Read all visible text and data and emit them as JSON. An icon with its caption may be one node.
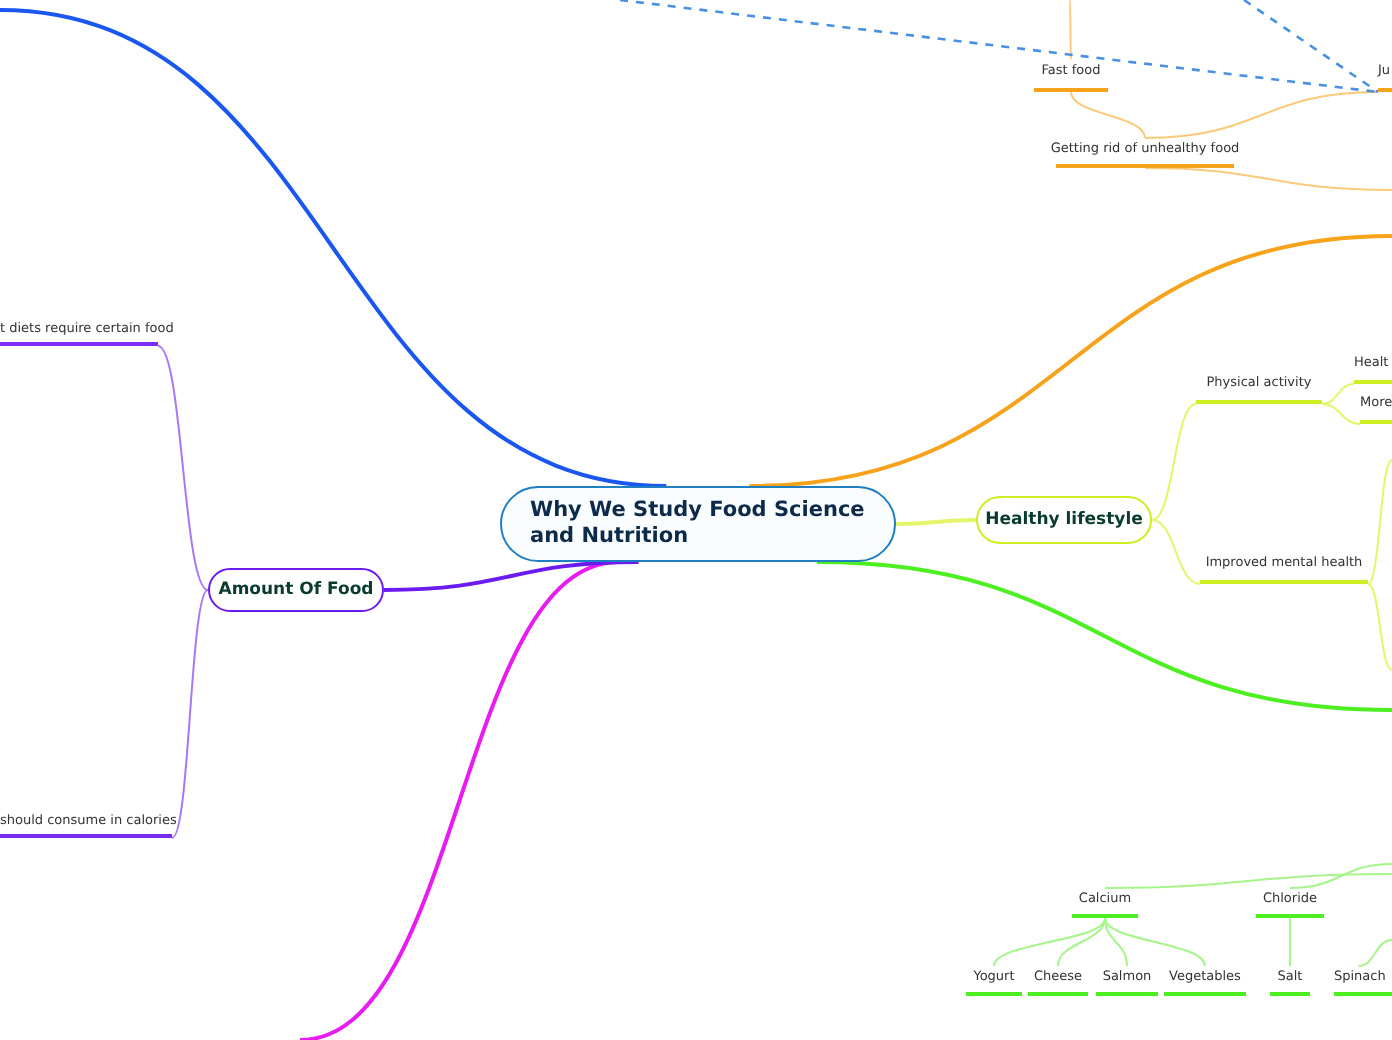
{
  "diagram": {
    "nodes": [
      {
        "text": [
          "Why We Study Food Science and Nutrition"
        ]
      },
      {
        "text": [
          "Amount Of Food"
        ]
      },
      {
        "text": [
          "t diets require certain food"
        ]
      },
      {
        "text": [
          "should consume in calories"
        ]
      },
      {
        "text": [
          "Healthy lifestyle"
        ]
      },
      {
        "text": [
          "Physical activity"
        ]
      },
      {
        "text": [
          "Healt"
        ]
      },
      {
        "text": [
          "More"
        ]
      },
      {
        "text": [
          "Improved mental health"
        ]
      },
      {
        "text": [
          "Fast food"
        ]
      },
      {
        "text": [
          "Getting rid of unhealthy food"
        ]
      },
      {
        "text": [
          "Ju"
        ]
      },
      {
        "text": [
          "Calcium"
        ]
      },
      {
        "text": [
          "Chloride"
        ]
      },
      {
        "text": [
          "Yogurt"
        ]
      },
      {
        "text": [
          "Cheese"
        ]
      },
      {
        "text": [
          "Salmon"
        ]
      },
      {
        "text": [
          "Vegetables"
        ]
      },
      {
        "text": [
          "Salt"
        ]
      },
      {
        "text": [
          "Spinach"
        ]
      }
    ],
    "edges": [
      {
        "from": 0,
        "to": null,
        "arrow": "none",
        "color": "#1a56f0"
      },
      {
        "from": 0,
        "to": null,
        "arrow": "none",
        "color": "#f7a21b"
      },
      {
        "from": 0,
        "to": 4,
        "arrow": "none",
        "color": "#e4f56a"
      },
      {
        "from": 0,
        "to": null,
        "arrow": "none",
        "color": "#4cf020"
      },
      {
        "from": 0,
        "to": null,
        "arrow": "none",
        "color": "#e81cf0"
      },
      {
        "from": 0,
        "to": 1,
        "arrow": "none",
        "color": "#6a1cf0"
      },
      {
        "from": 1,
        "to": 2,
        "arrow": "none",
        "color": "#a877f5"
      },
      {
        "from": 1,
        "to": 3,
        "arrow": "none",
        "color": "#a877f5"
      },
      {
        "from": 4,
        "to": 5,
        "arrow": "none",
        "color": "#e4f56a"
      },
      {
        "from": 4,
        "to": 8,
        "arrow": "none",
        "color": "#e4f56a"
      },
      {
        "from": 5,
        "to": 6,
        "arrow": "none",
        "color": "#e4f56a"
      },
      {
        "from": 5,
        "to": 7,
        "arrow": "none",
        "color": "#e4f56a"
      },
      {
        "from": 8,
        "to": null,
        "arrow": "none",
        "color": "#e4f56a"
      },
      {
        "from": 8,
        "to": null,
        "arrow": "none",
        "color": "#e4f56a"
      },
      {
        "from": 10,
        "to": 9,
        "arrow": "none",
        "color": "#fbc97a"
      },
      {
        "from": 10,
        "to": 11,
        "arrow": "none",
        "color": "#fbc97a"
      },
      {
        "from": 10,
        "to": null,
        "arrow": "none",
        "color": "#fbc97a"
      },
      {
        "from": 9,
        "to": null,
        "arrow": "none",
        "color": "#fbc97a"
      },
      {
        "from": null,
        "to": 11,
        "arrow": "none",
        "style": "dashed",
        "color": "#4a90e2"
      },
      {
        "from": null,
        "to": 11,
        "arrow": "none",
        "style": "dashed",
        "color": "#4a90e2"
      },
      {
        "from": 12,
        "to": null,
        "arrow": "none",
        "color": "#a6f58a"
      },
      {
        "from": 13,
        "to": null,
        "arrow": "none",
        "color": "#a6f58a"
      },
      {
        "from": 12,
        "to": 14,
        "arrow": "none",
        "color": "#a6f58a"
      },
      {
        "from": 12,
        "to": 15,
        "arrow": "none",
        "color": "#a6f58a"
      },
      {
        "from": 12,
        "to": 16,
        "arrow": "none",
        "color": "#a6f58a"
      },
      {
        "from": 12,
        "to": 17,
        "arrow": "none",
        "color": "#a6f58a"
      },
      {
        "from": 13,
        "to": 18,
        "arrow": "none",
        "color": "#a6f58a"
      },
      {
        "from": 19,
        "to": null,
        "arrow": "none",
        "color": "#a6f58a"
      }
    ]
  }
}
